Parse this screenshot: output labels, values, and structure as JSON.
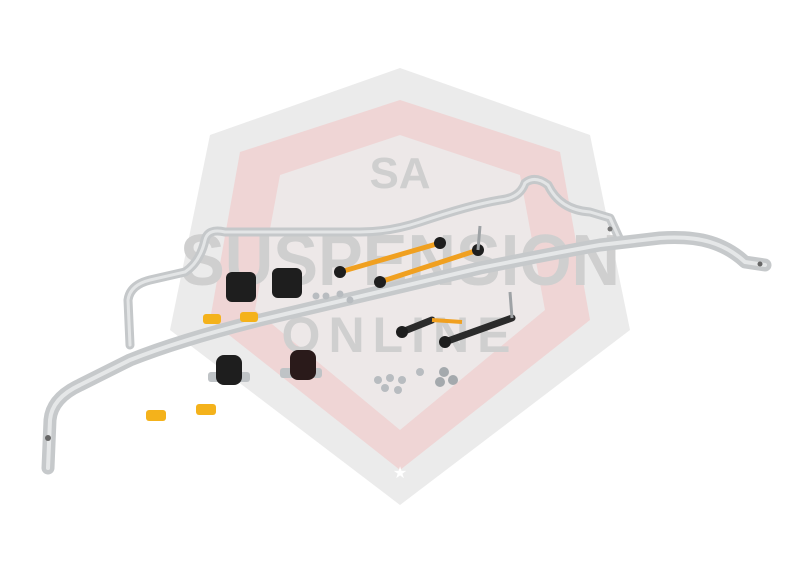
{
  "watermark": {
    "line1": "SA",
    "line2": "SUSPENSION",
    "line3": "ONLINE",
    "star": "★",
    "colors": {
      "grey": "#d9d9d9",
      "red": "#f3c9c9",
      "text": "#cfcfcf"
    }
  },
  "product": {
    "bar_color": "#c9ccce",
    "bushing_color": "#1e1e1e",
    "link_color": "#f0a020",
    "clamp_color": "#f4b21b",
    "hardware_color": "#b8bcc0"
  }
}
